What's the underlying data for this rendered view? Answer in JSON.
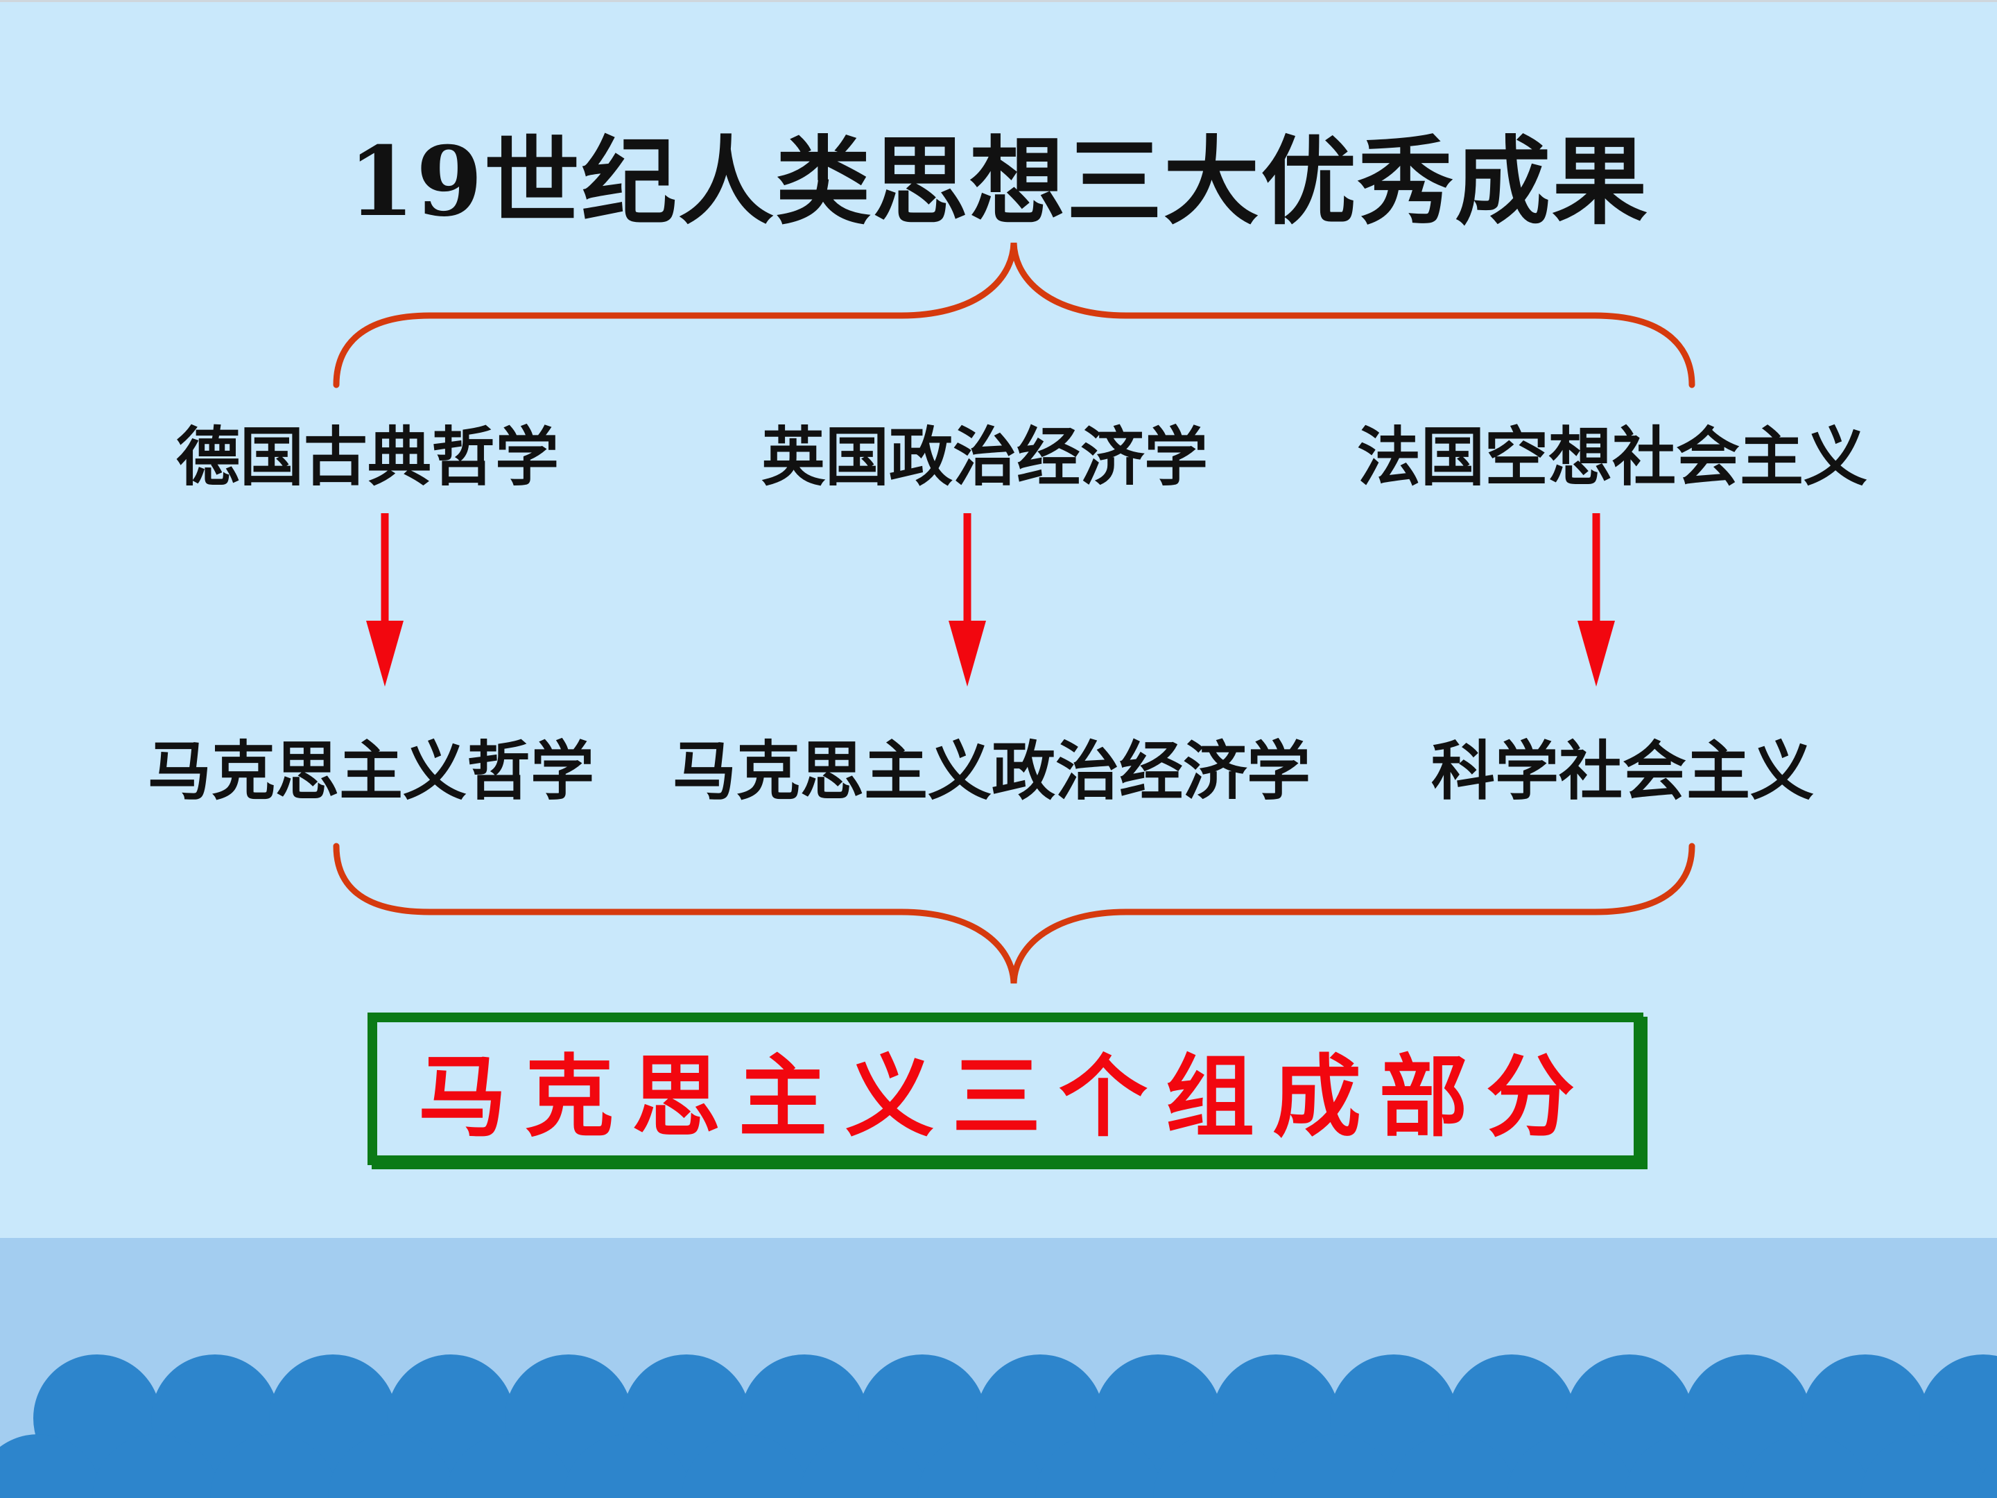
{
  "title": "19世纪人类思想三大优秀成果",
  "sources": [
    "德国古典哲学",
    "英国政治经济学",
    "法国空想社会主义"
  ],
  "results": [
    "马克思主义哲学",
    "马克思主义政治经济学",
    "科学社会主义"
  ],
  "conclusion": "马克思主义三个组成部分",
  "colors": {
    "background": "#c9e8fb",
    "brace": "#d63a0e",
    "arrow": "#f2070f",
    "box_border": "#0b7a16",
    "conclusion_text": "#f2070f",
    "wave_band": "#a3cdf0",
    "wave_scallops": "#2d85cc"
  }
}
